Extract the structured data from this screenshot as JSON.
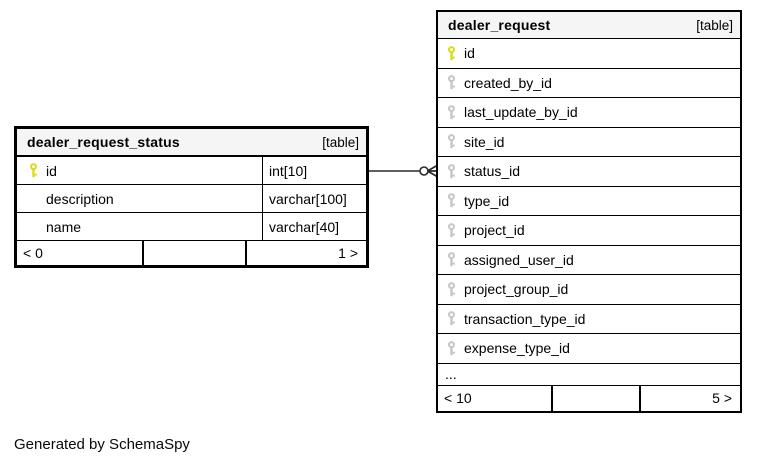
{
  "page": {
    "background": "#ffffff",
    "generated_by": "Generated by SchemaSpy"
  },
  "colors": {
    "header_bg": "#f5f5f5",
    "border": "#000000",
    "text": "#000000",
    "primary_key": "#dcdc14",
    "foreign_key": "#c6c6c6",
    "connector": "#2a2a2a"
  },
  "tables": [
    {
      "name": "dealer_request_status",
      "type_label": "[table]",
      "columns": [
        {
          "name": "id",
          "type": "int[10]",
          "key": "primary"
        },
        {
          "name": "description",
          "type": "varchar[100]",
          "key": "none"
        },
        {
          "name": "name",
          "type": "varchar[40]",
          "key": "none"
        }
      ],
      "footer": {
        "children": "< 0",
        "parents": "1 >"
      }
    },
    {
      "name": "dealer_request",
      "type_label": "[table]",
      "columns": [
        {
          "name": "id",
          "key": "primary"
        },
        {
          "name": "created_by_id",
          "key": "foreign"
        },
        {
          "name": "last_update_by_id",
          "key": "foreign"
        },
        {
          "name": "site_id",
          "key": "foreign"
        },
        {
          "name": "status_id",
          "key": "foreign"
        },
        {
          "name": "type_id",
          "key": "foreign"
        },
        {
          "name": "project_id",
          "key": "foreign"
        },
        {
          "name": "assigned_user_id",
          "key": "foreign"
        },
        {
          "name": "project_group_id",
          "key": "foreign"
        },
        {
          "name": "transaction_type_id",
          "key": "foreign"
        },
        {
          "name": "expense_type_id",
          "key": "foreign"
        }
      ],
      "ellipsis": "...",
      "footer": {
        "children": "< 10",
        "parents": "5 >"
      }
    }
  ],
  "relationship": {
    "from": "dealer_request_status.id",
    "to": "dealer_request.status_id"
  }
}
